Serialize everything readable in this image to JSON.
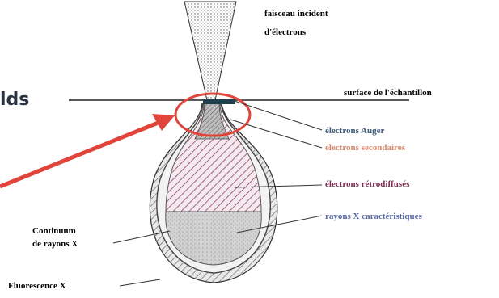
{
  "labels": {
    "slide_fragment": "lds",
    "incident_beam_line1": "faisceau incident",
    "incident_beam_line2": "d'électrons",
    "sample_surface": "surface de l'échantillon",
    "auger": "électrons Auger",
    "secondary": "électrons secondaires",
    "backscattered": "électrons rétrodiffusés",
    "characteristic_xrays": "rayons X caractéristiques",
    "continuum_line1": "Continuum",
    "continuum_line2": "de rayons X",
    "fluorescence": "Fluorescence X"
  },
  "colors": {
    "auger": "#3d5a78",
    "secondary": "#d9866a",
    "backscattered": "#7a2d4e",
    "characteristic_xrays": "#5a6aa8",
    "highlight": "#e0443a",
    "line": "#222222",
    "slide_text": "#2a3244"
  }
}
